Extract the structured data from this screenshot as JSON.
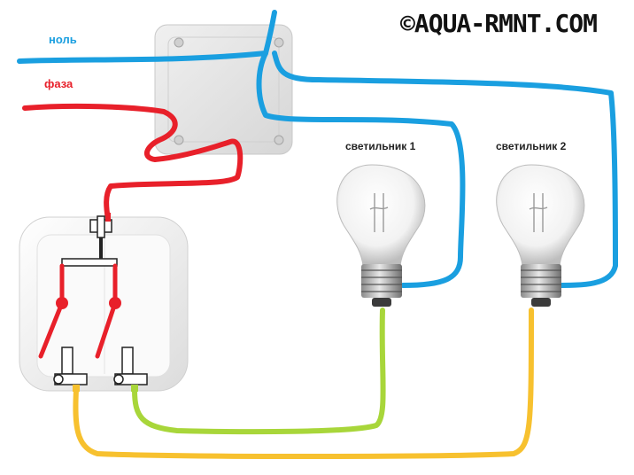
{
  "watermark": "©AQUA-RMNT.COM",
  "labels": {
    "neutral": "ноль",
    "phase": "фаза",
    "lamp1": "светильник 1",
    "lamp2": "светильник 2"
  },
  "colors": {
    "neutral_wire": "#1a9fe0",
    "phase_wire": "#e8202a",
    "lamp1_wire": "#a8d63a",
    "lamp2_wire": "#f7c12f",
    "box": "#e6e6e6"
  },
  "components": {
    "junction_box": "junction-box",
    "switch": "double-switch",
    "lamps": [
      "lamp-1",
      "lamp-2"
    ]
  }
}
